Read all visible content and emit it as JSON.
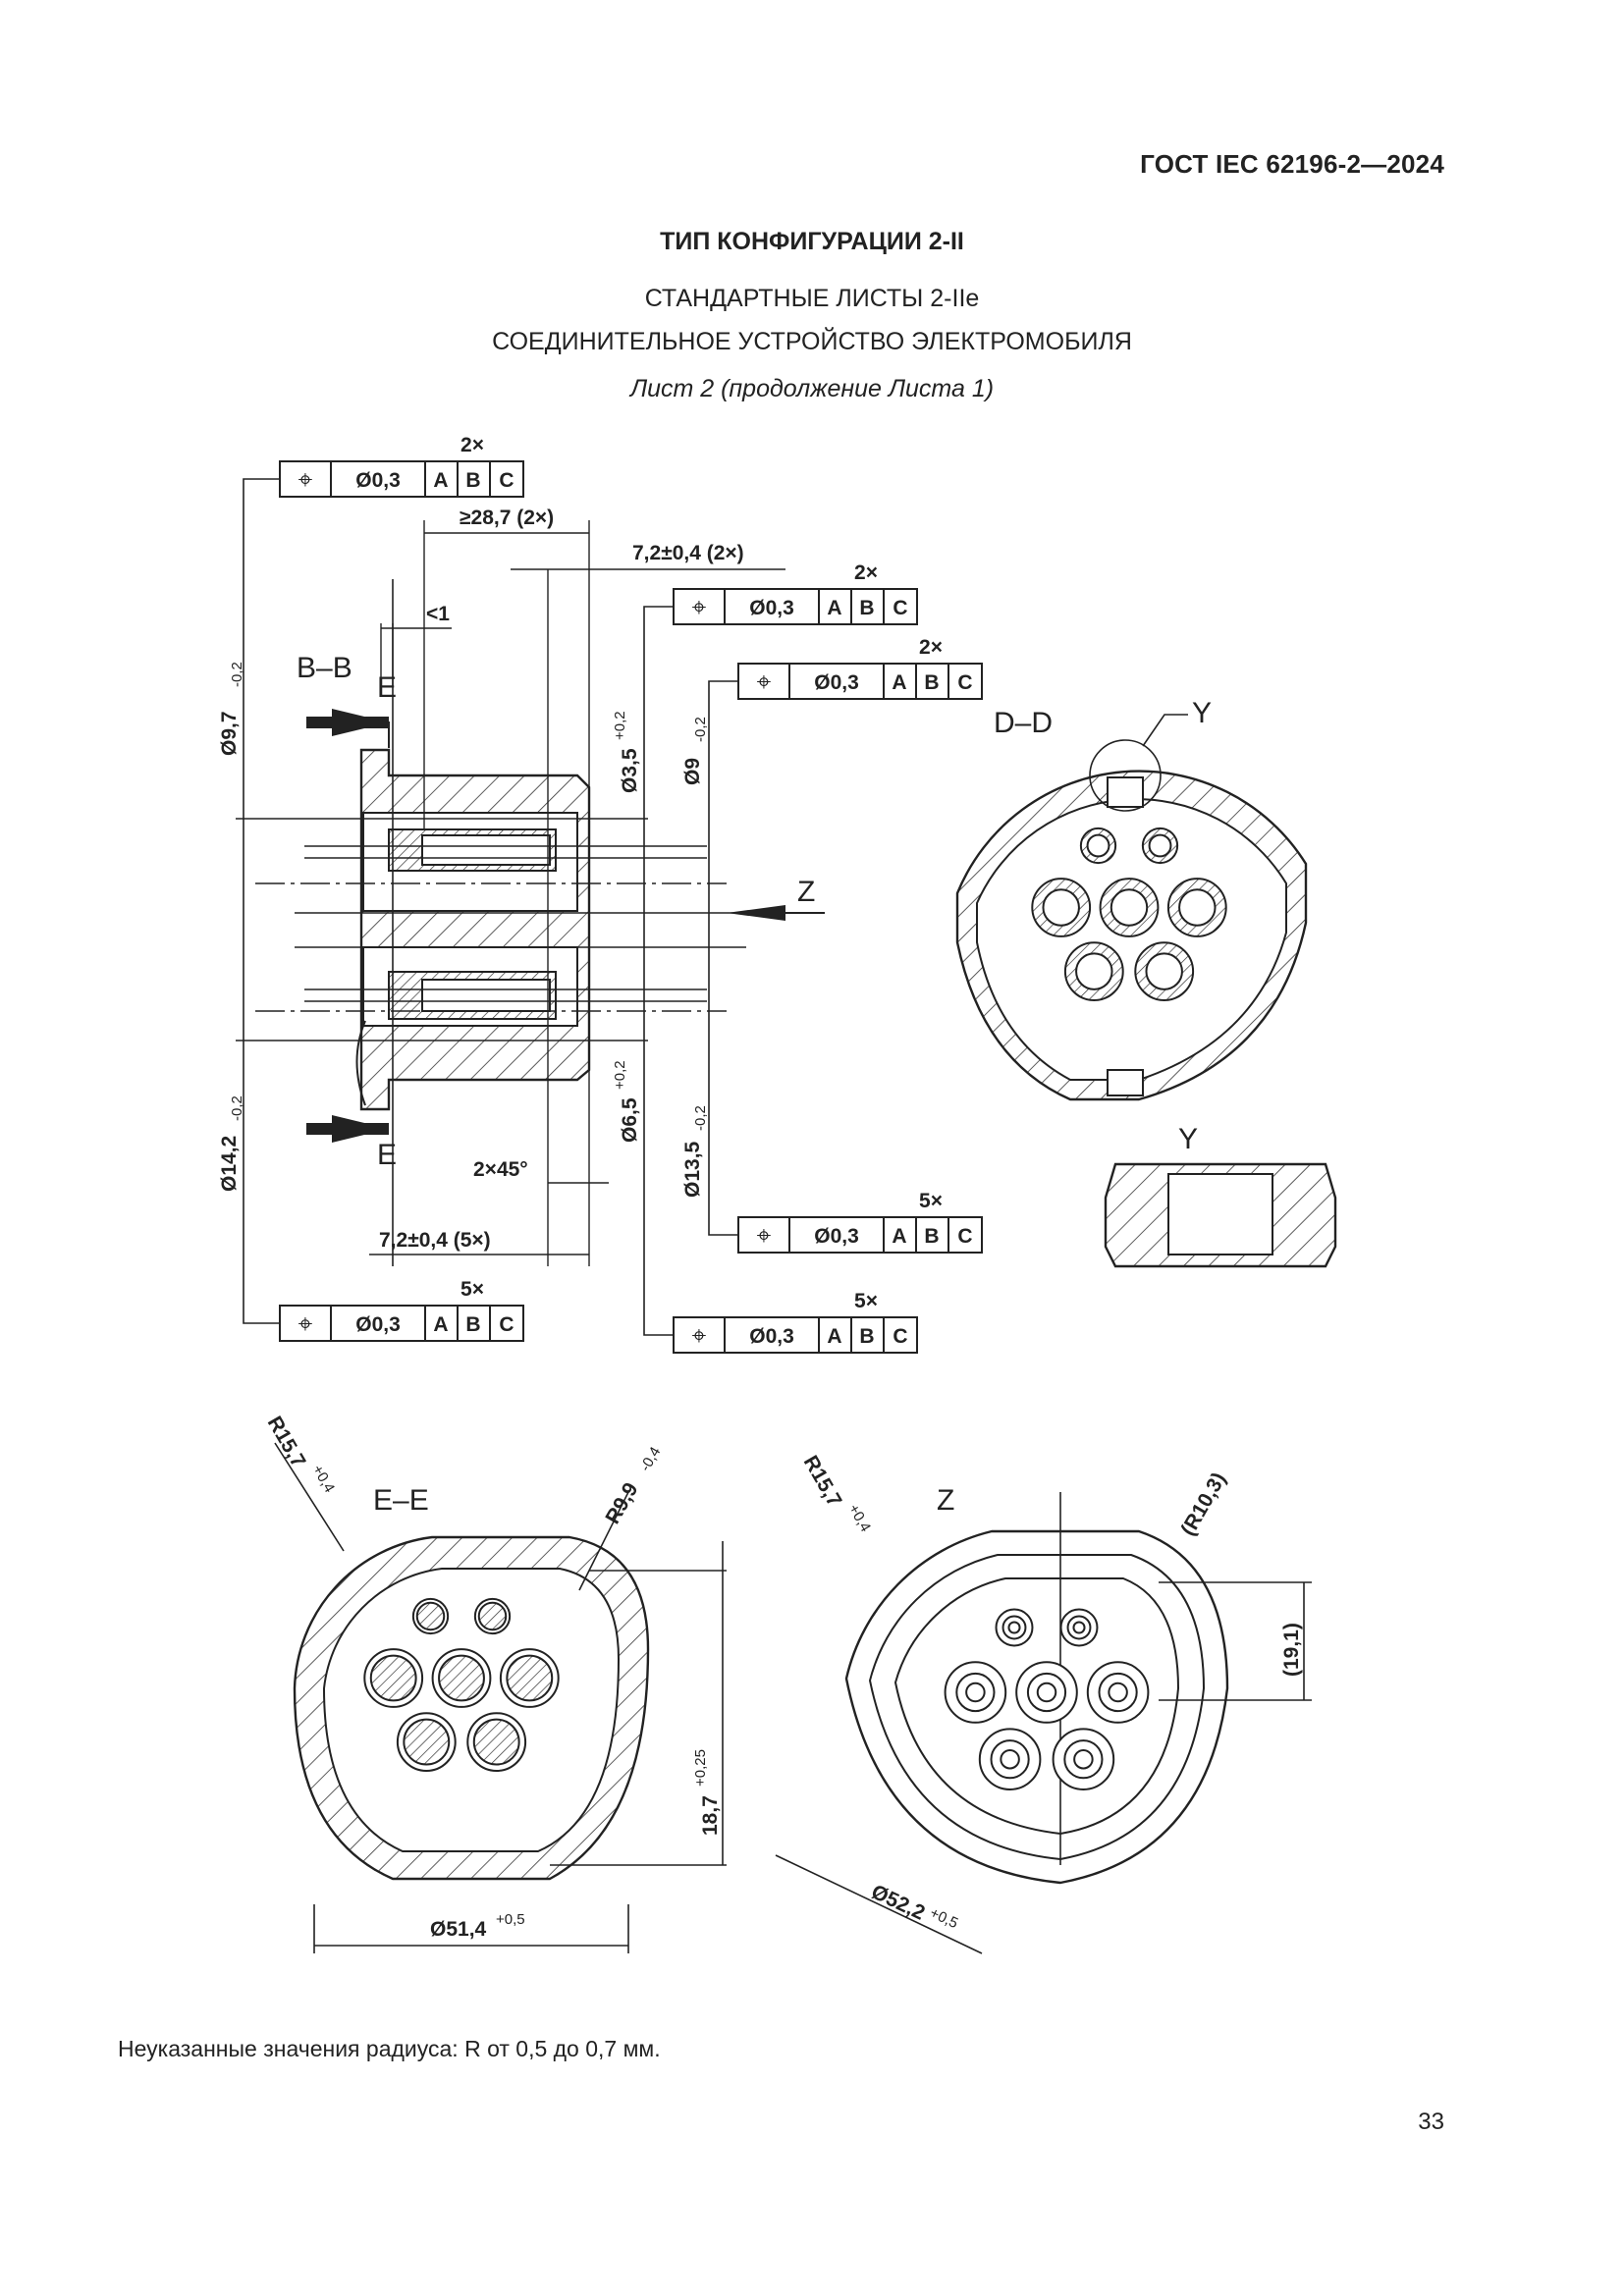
{
  "header": {
    "standard": "ГОСТ IEC 62196-2—2024"
  },
  "titles": {
    "config": "ТИП КОНФИГУРАЦИИ 2-II",
    "sheets": "СТАНДАРТНЫЕ ЛИСТЫ 2-IIe",
    "device": "СОЕДИНИТЕЛЬНОЕ УСТРОЙСТВО ЭЛЕКТРОМОБИЛЯ",
    "sheet": "Лист 2 (продолжение Листа 1)"
  },
  "drawing": {
    "tolerance": {
      "symbol": "⌖",
      "value": "Ø0,3",
      "datums": [
        "A",
        "B",
        "C"
      ]
    },
    "counts": {
      "two": "2×",
      "five": "5×"
    },
    "dims": {
      "d28_7": "≥28,7 (2×)",
      "d7_2_top": "7,2±0,4 (2×)",
      "lt1": "<1",
      "d9_7": "Ø9,7",
      "d9_7_tol": "-0,2",
      "d14_2": "Ø14,2",
      "d14_2_tol": "-0,2",
      "d3_5": "Ø3,5",
      "d3_5_tol": "+0,2",
      "d6_5": "Ø6,5",
      "d6_5_tol": "+0,2",
      "d9": "Ø9",
      "d9_tol": "-0,2",
      "d13_5": "Ø13,5",
      "d13_5_tol": "-0,2",
      "chamfer": "2×45°",
      "d7_2_bottom": "7,2±0,4 (5×)",
      "r15_7": "R15,7",
      "r15_7_tol": "+0,4",
      "r9_9": "R9,9",
      "r9_9_tol": "-0,4",
      "d51_4": "Ø51,4",
      "d51_4_tol": "+0,5",
      "h18_7": "18,7",
      "h18_7_tol": "+0,25",
      "r10_3": "(R10,3)",
      "h19_1": "(19,1)",
      "d52_2": "Ø52,2",
      "d52_2_tol": "+0,5"
    },
    "views": {
      "bb": "B–B",
      "dd": "D–D",
      "ee": "E–E",
      "e": "E",
      "z": "Z",
      "y": "Y"
    }
  },
  "footer": {
    "note": "Неуказанные значения радиуса: R от 0,5 до 0,7 мм.",
    "page": "33"
  }
}
